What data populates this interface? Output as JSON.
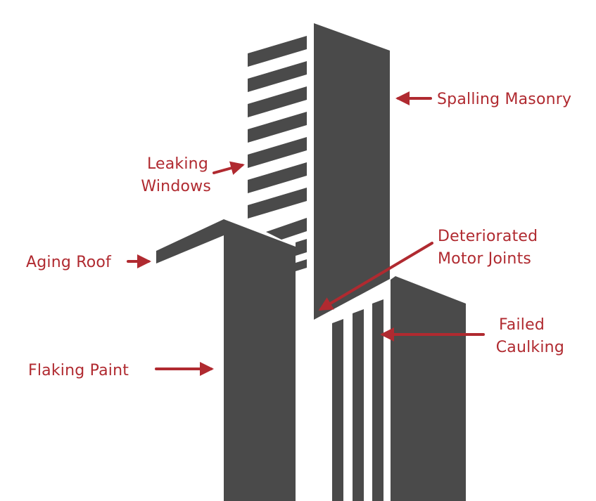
{
  "colors": {
    "building": "#4a4a4a",
    "accent": "#b02a30",
    "background": "#ffffff"
  },
  "labels": {
    "spalling_masonry": "Spalling Masonry",
    "leaking_windows_line1": "Leaking",
    "leaking_windows_line2": "Windows",
    "aging_roof": "Aging Roof",
    "deteriorated_line1": "Deteriorated",
    "deteriorated_line2": "Motor Joints",
    "failed_caulking_line1": "Failed",
    "failed_caulking_line2": "Caulking",
    "flaking_paint": "Flaking Paint"
  }
}
